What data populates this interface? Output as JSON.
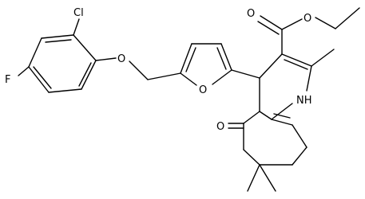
{
  "molecule": {
    "atoms": {
      "cl": "Cl",
      "f": "F",
      "o_ether": "O",
      "o_furan": "O",
      "o_carbonyl_ester": "O",
      "o_ester": "O",
      "o_ketone": "O",
      "nh": "NH"
    },
    "colors": {
      "bond": "#000000",
      "text": "#000000",
      "background": "#ffffff"
    }
  }
}
